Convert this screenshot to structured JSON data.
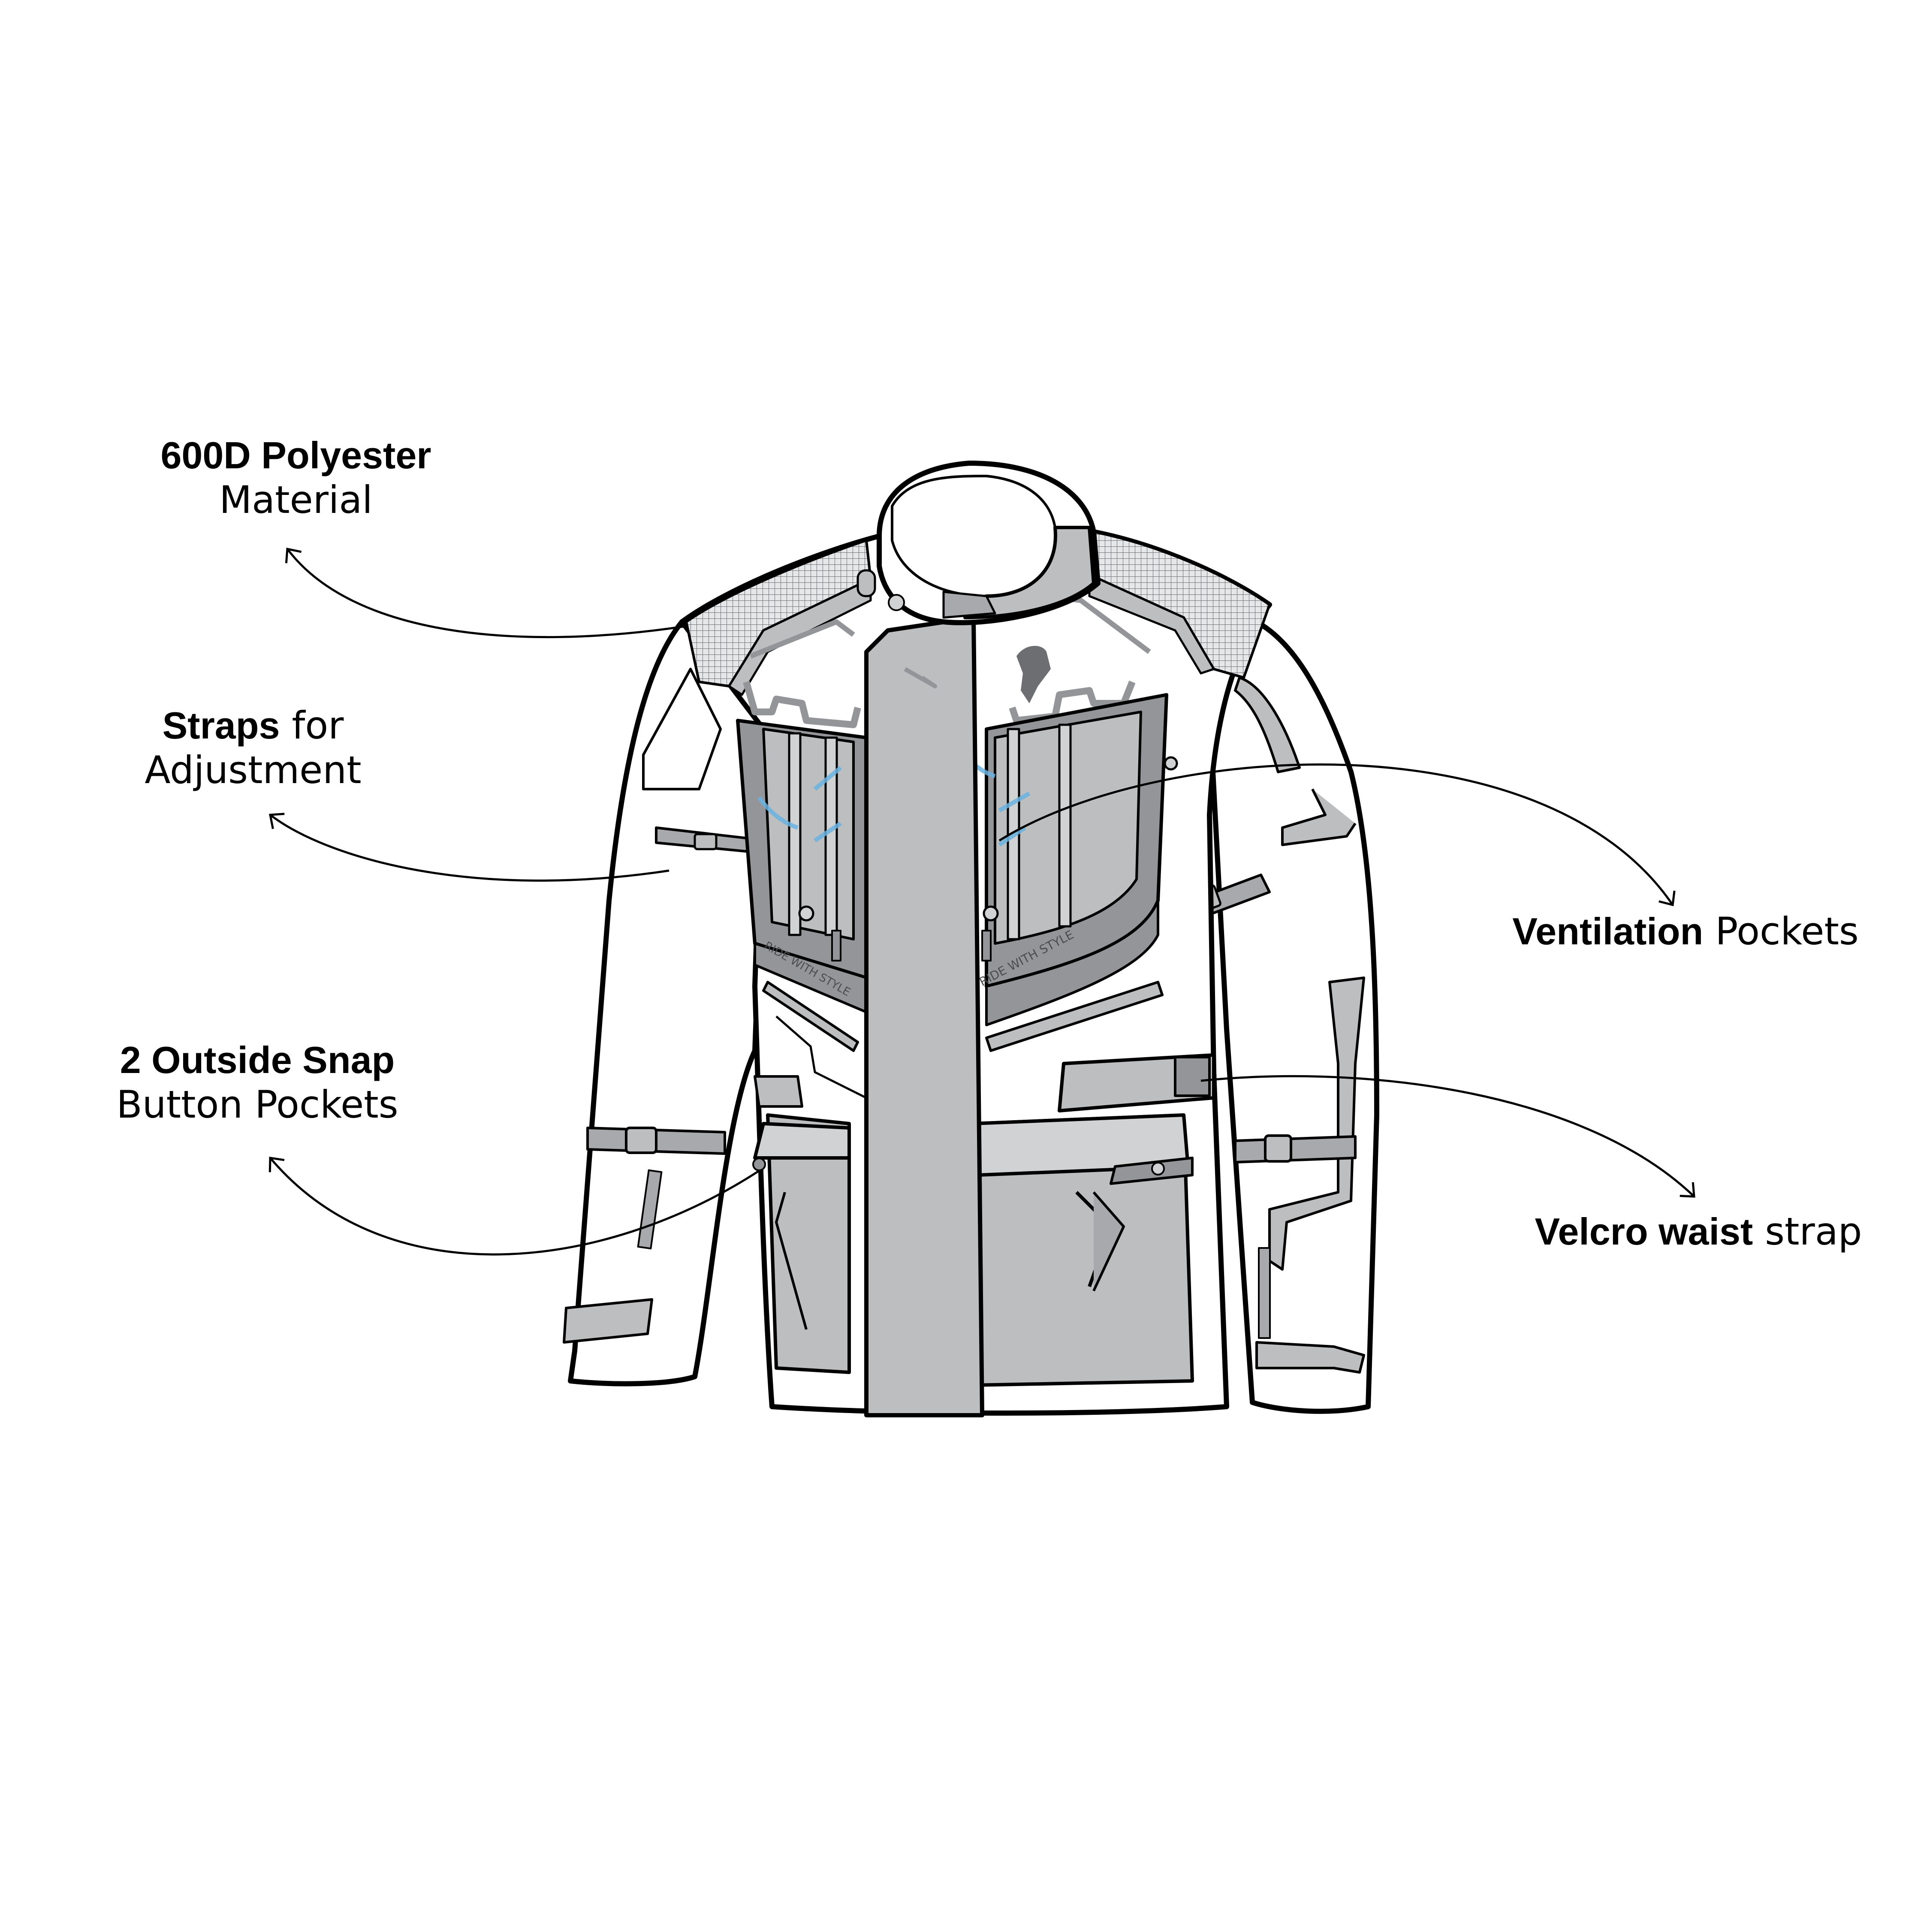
{
  "diagram": {
    "subject": "Motorcycle touring jacket, front view (technical line drawing)",
    "colors": {
      "background": "#ffffff",
      "outline": "#000000",
      "light_gray": "#d1d2d4",
      "mid_gray": "#bcbec0",
      "dark_gray": "#a7a9ac",
      "darker_gray": "#939598",
      "vent_arrow_blue": "#6bb3e0"
    },
    "jacket_text": {
      "left_band_print": "RIDE WITH STYLE",
      "right_band_print": "RIDE WITH STYLE"
    },
    "icons": [
      "bear-logo-chest",
      "bear-logo-snap-button"
    ]
  },
  "callouts": [
    {
      "id": "polyester",
      "bold": "600D Polyester",
      "regular": "",
      "line2": "Material",
      "side": "left"
    },
    {
      "id": "straps",
      "bold": "Straps",
      "regular": " for",
      "line2": "Adjustment",
      "side": "left"
    },
    {
      "id": "pockets",
      "bold": "2 Outside Snap",
      "regular": "",
      "line2": "Button Pockets",
      "side": "left"
    },
    {
      "id": "ventilation",
      "bold": "Ventilation",
      "regular": " Pockets",
      "line2": "",
      "side": "right"
    },
    {
      "id": "velcro",
      "bold": "Velcro waist",
      "regular": " strap",
      "line2": "",
      "side": "right"
    }
  ]
}
